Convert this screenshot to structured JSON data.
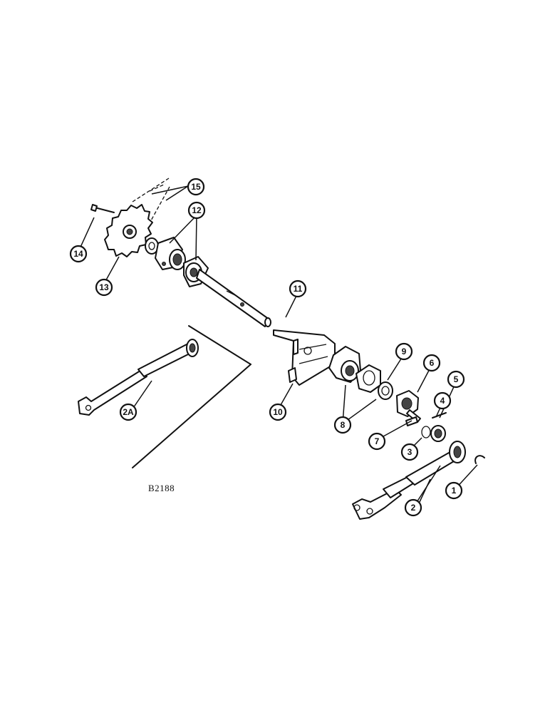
{
  "callouts": [
    {
      "id": "1",
      "label": "1"
    },
    {
      "id": "2",
      "label": "2"
    },
    {
      "id": "2A",
      "label": "2A"
    },
    {
      "id": "3",
      "label": "3"
    },
    {
      "id": "4",
      "label": "4"
    },
    {
      "id": "5",
      "label": "5"
    },
    {
      "id": "6",
      "label": "6"
    },
    {
      "id": "7",
      "label": "7"
    },
    {
      "id": "8",
      "label": "8"
    },
    {
      "id": "9",
      "label": "9"
    },
    {
      "id": "10",
      "label": "10"
    },
    {
      "id": "11",
      "label": "11"
    },
    {
      "id": "12",
      "label": "12"
    },
    {
      "id": "13",
      "label": "13"
    },
    {
      "id": "14",
      "label": "14"
    },
    {
      "id": "15",
      "label": "15"
    }
  ],
  "drawing_code": "B2188"
}
